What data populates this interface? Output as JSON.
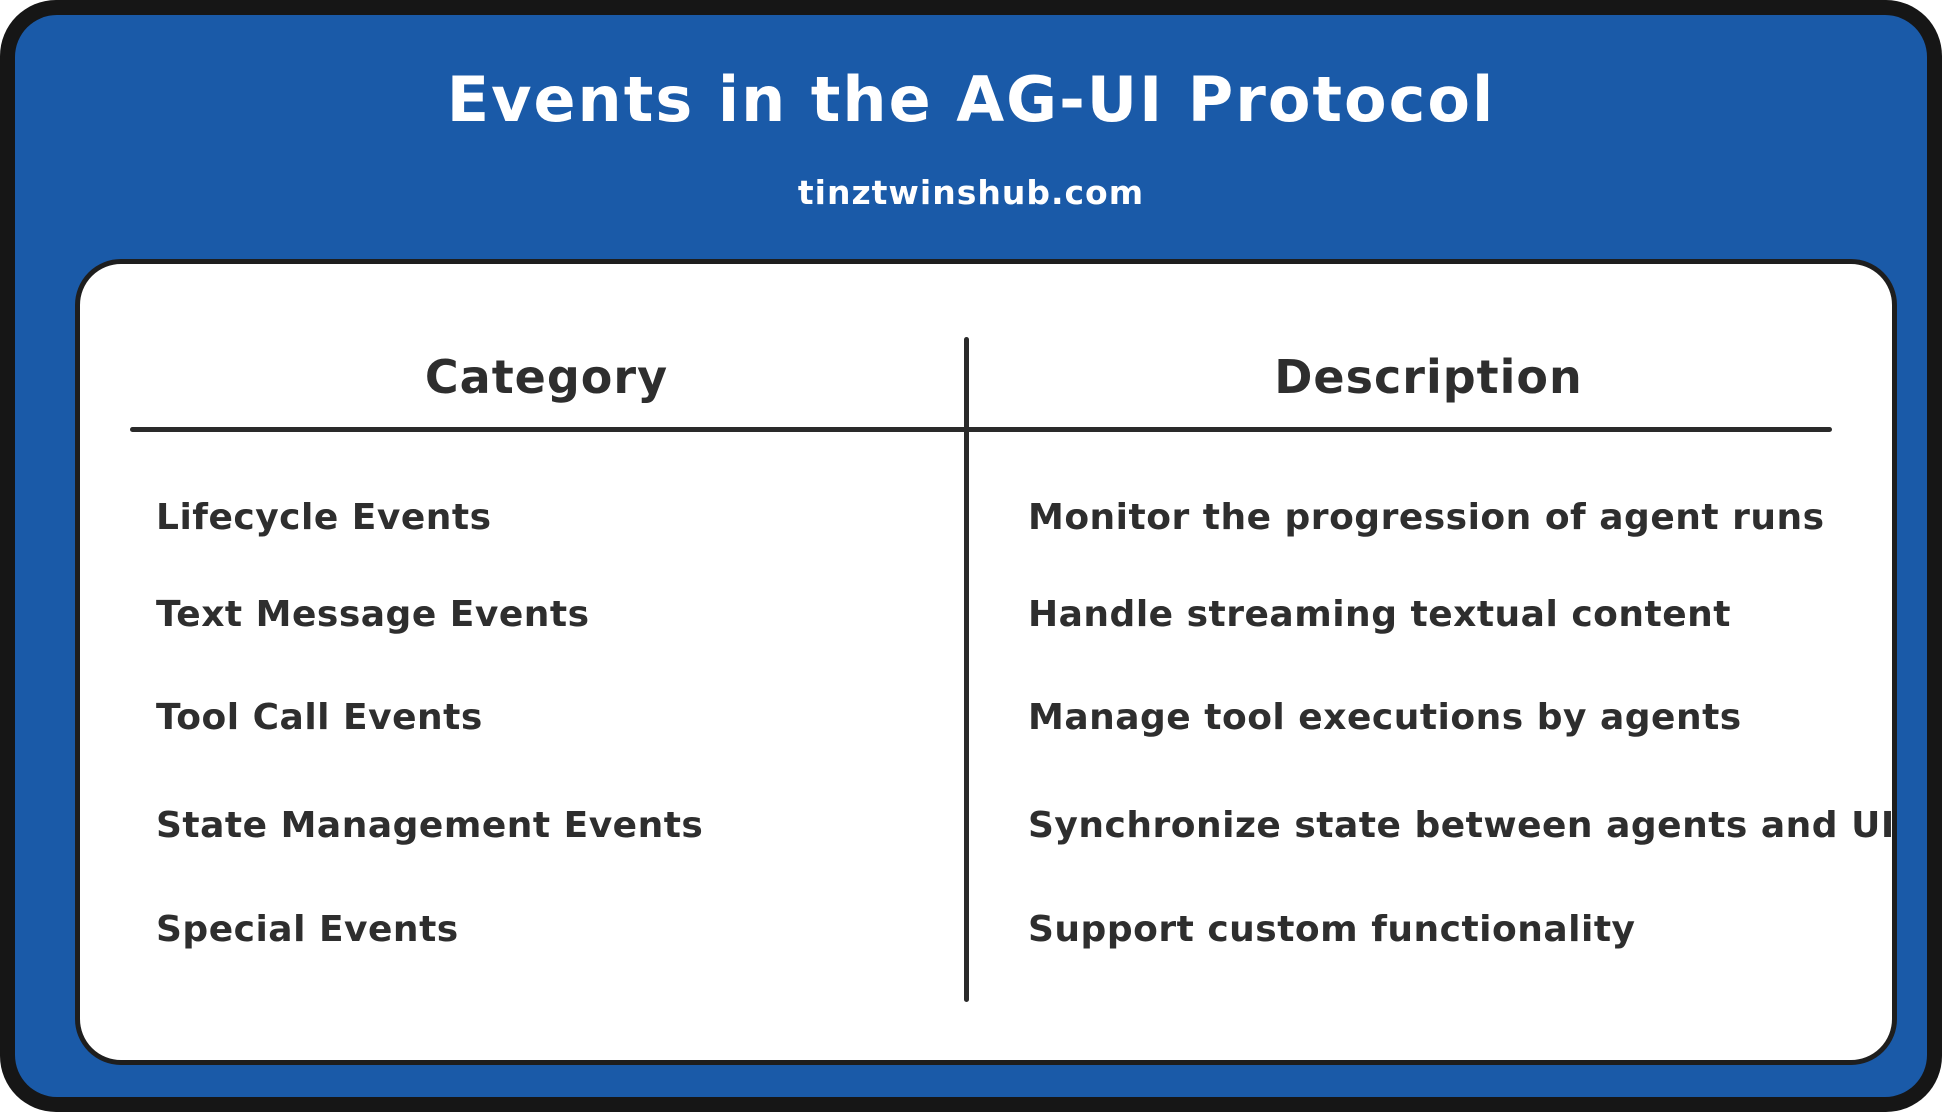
{
  "page": {
    "title": "Events in the AG-UI Protocol",
    "subtitle": "tinztwinshub.com"
  },
  "colors": {
    "frame_black": "#161616",
    "panel_blue": "#1a5aa8",
    "card_white": "#ffffff",
    "ink": "#2e2e2e",
    "title_text": "#ffffff"
  },
  "table": {
    "headers": {
      "category": "Category",
      "description": "Description"
    },
    "rows": [
      {
        "category": "Lifecycle Events",
        "description": "Monitor the progression of agent runs"
      },
      {
        "category": "Text Message Events",
        "description": "Handle streaming textual content"
      },
      {
        "category": "Tool Call Events",
        "description": "Manage tool executions by agents"
      },
      {
        "category": "State Management Events",
        "description": "Synchronize state between agents and UI"
      },
      {
        "category": "Special Events",
        "description": "Support custom functionality"
      }
    ]
  }
}
